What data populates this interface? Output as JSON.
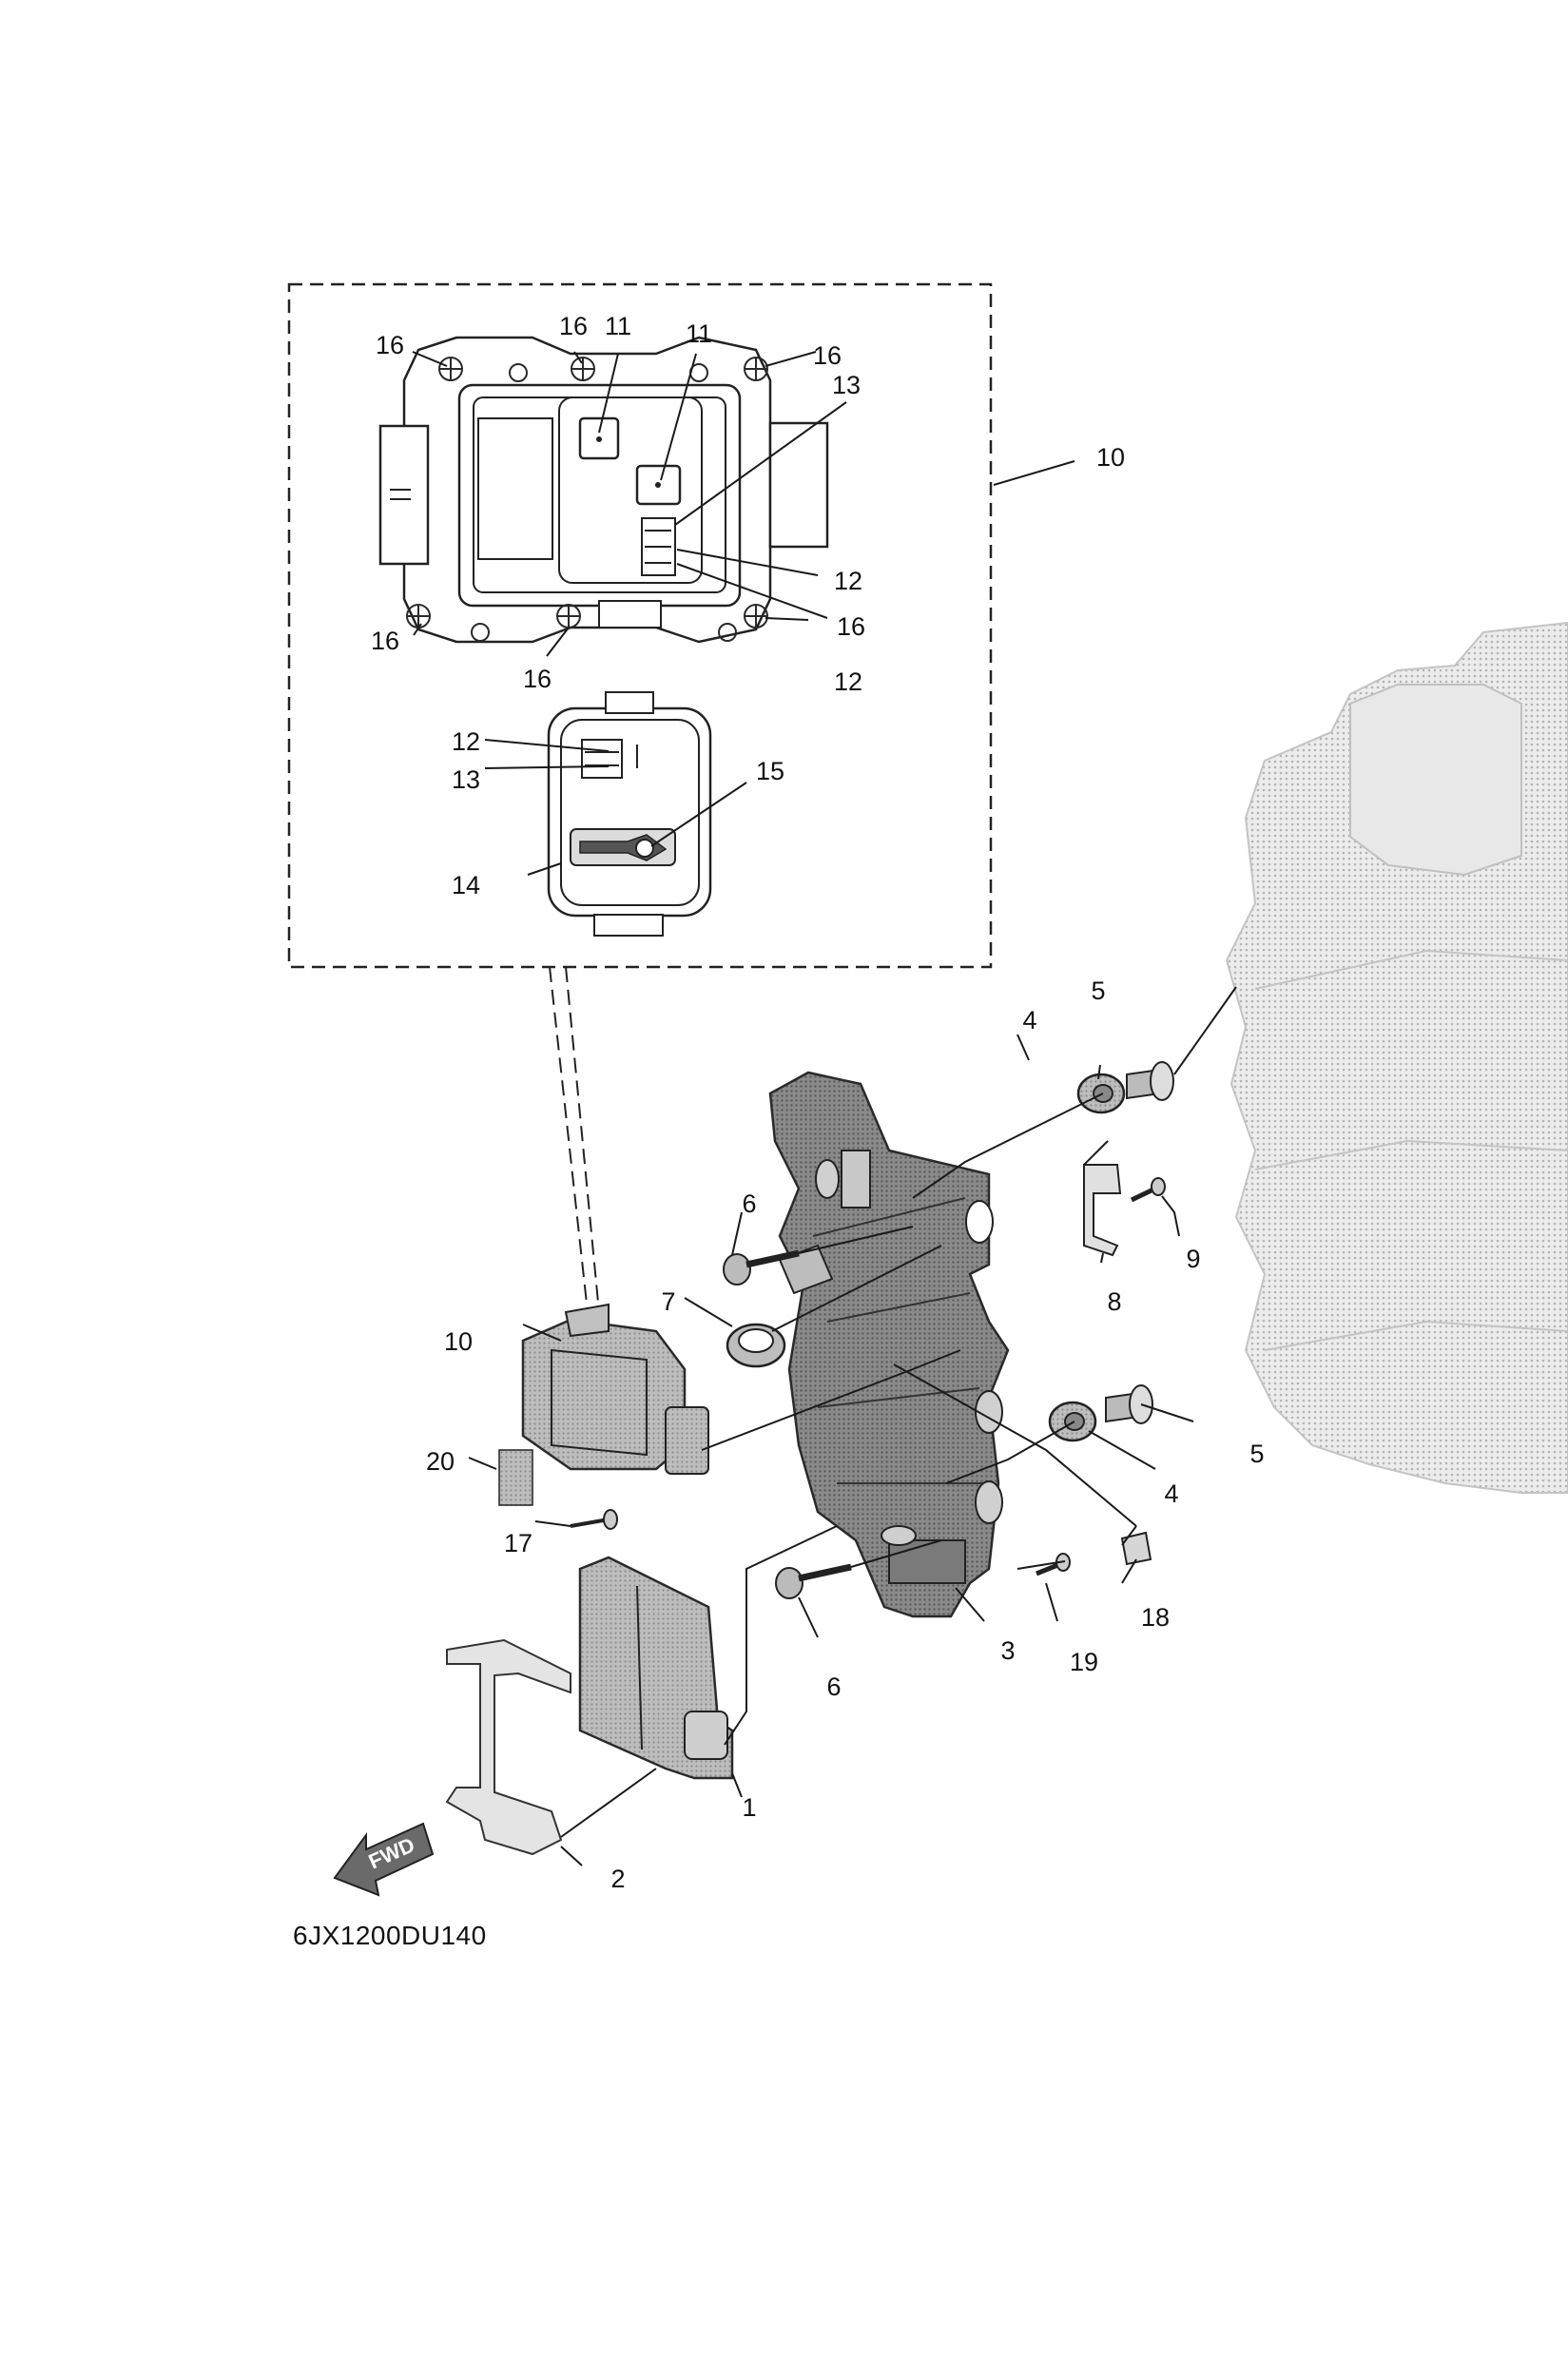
{
  "diagram": {
    "drawing_code": "6JX1200DU140",
    "direction_arrow_label": "FWD",
    "callouts": {
      "c1": "1",
      "c2": "2",
      "c3": "3",
      "c4a": "4",
      "c4b": "4",
      "c5a": "5",
      "c5b": "5",
      "c6a": "6",
      "c6b": "6",
      "c7": "7",
      "c8": "8",
      "c9": "9",
      "c10a": "10",
      "c10b": "10",
      "c11a": "11",
      "c11b": "11",
      "c12a": "12",
      "c12b": "12",
      "c12c": "12",
      "c13a": "13",
      "c13b": "13",
      "c14": "14",
      "c15": "15",
      "c16a": "16",
      "c16b": "16",
      "c16c": "16",
      "c16d": "16",
      "c16e": "16",
      "c16f": "16",
      "c17": "17",
      "c18": "18",
      "c19": "19",
      "c20": "20"
    }
  },
  "colors": {
    "line": "#1a1a1a",
    "part_fill_dark": "#6e6e6e",
    "part_fill_mid": "#9a9a9a",
    "part_fill_light": "#c8c8c8",
    "engine_ghost": "#d6d6d6"
  }
}
